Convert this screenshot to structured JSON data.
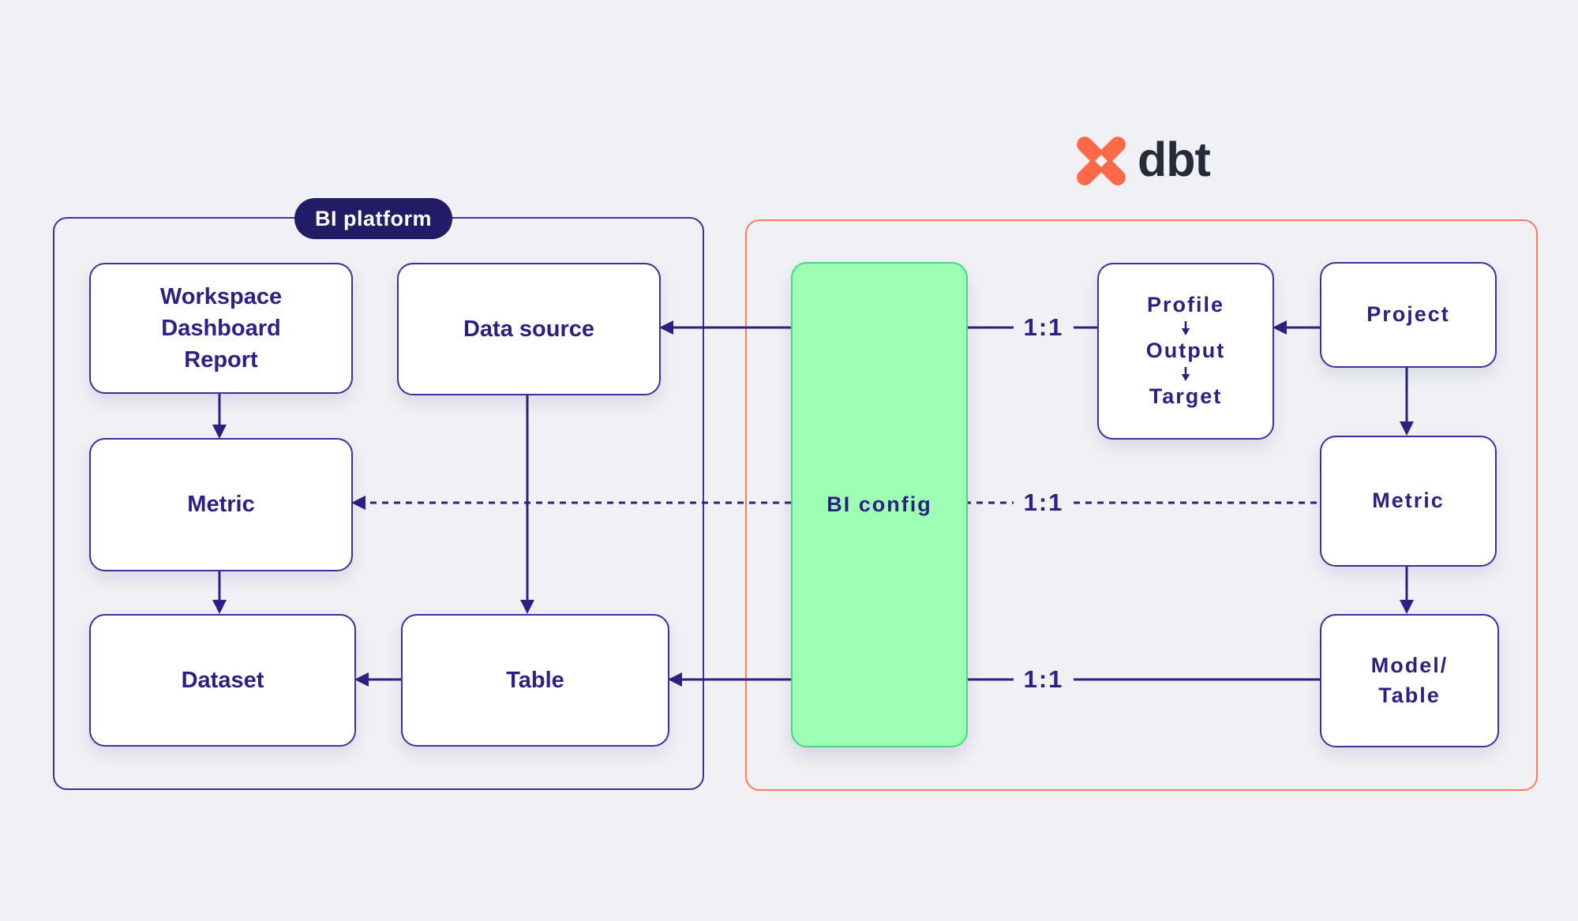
{
  "canvas": {
    "background": "#f0f0f5"
  },
  "brand": {
    "name": "dbt"
  },
  "bi_platform": {
    "badge": "BI platform",
    "workspace_lines": [
      "Workspace",
      "Dashboard",
      "Report"
    ],
    "data_source": "Data source",
    "metric": "Metric",
    "dataset": "Dataset",
    "table": "Table"
  },
  "dbt_section": {
    "bi_config": "BI config",
    "profile_steps": [
      "Profile",
      "Output",
      "Target"
    ],
    "project": "Project",
    "metric": "Metric",
    "model_table_lines": [
      "Model/",
      "Table"
    ]
  },
  "edge_labels": {
    "ratios": [
      "1:1",
      "1:1",
      "1:1"
    ]
  },
  "colors": {
    "background": "#f0f0f5",
    "navy_text": "#2b2182",
    "indigo_border": "#3a329a",
    "badge_background": "#221c66",
    "coral_logo": "#ff6948",
    "coral_border": "#ff7a5c",
    "green_fill": "#9effb4",
    "green_border": "#41d983",
    "logo_text_color": "#262b38"
  }
}
